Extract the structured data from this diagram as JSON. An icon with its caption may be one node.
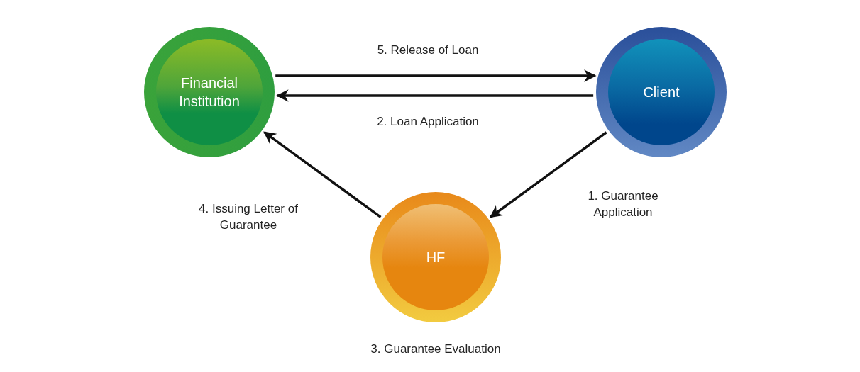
{
  "diagram": {
    "nodes": [
      {
        "text": [
          "Financial Institution"
        ]
      },
      {
        "text": [
          "Client"
        ]
      },
      {
        "text": [
          "HF"
        ],
        "beside": [
          "3. Guarantee Evaluation"
        ]
      }
    ],
    "edges": [
      {
        "from": 0,
        "to": 1,
        "arrow": "to",
        "label": "5. Release of Loan"
      },
      {
        "from": 1,
        "to": 0,
        "arrow": "to",
        "label": "2. Loan Application"
      },
      {
        "from": 1,
        "to": 2,
        "arrow": "to",
        "label": "1. Guarantee Application"
      },
      {
        "from": 2,
        "to": 0,
        "arrow": "to",
        "label": "4. Issuing Letter of Guarantee"
      }
    ]
  }
}
